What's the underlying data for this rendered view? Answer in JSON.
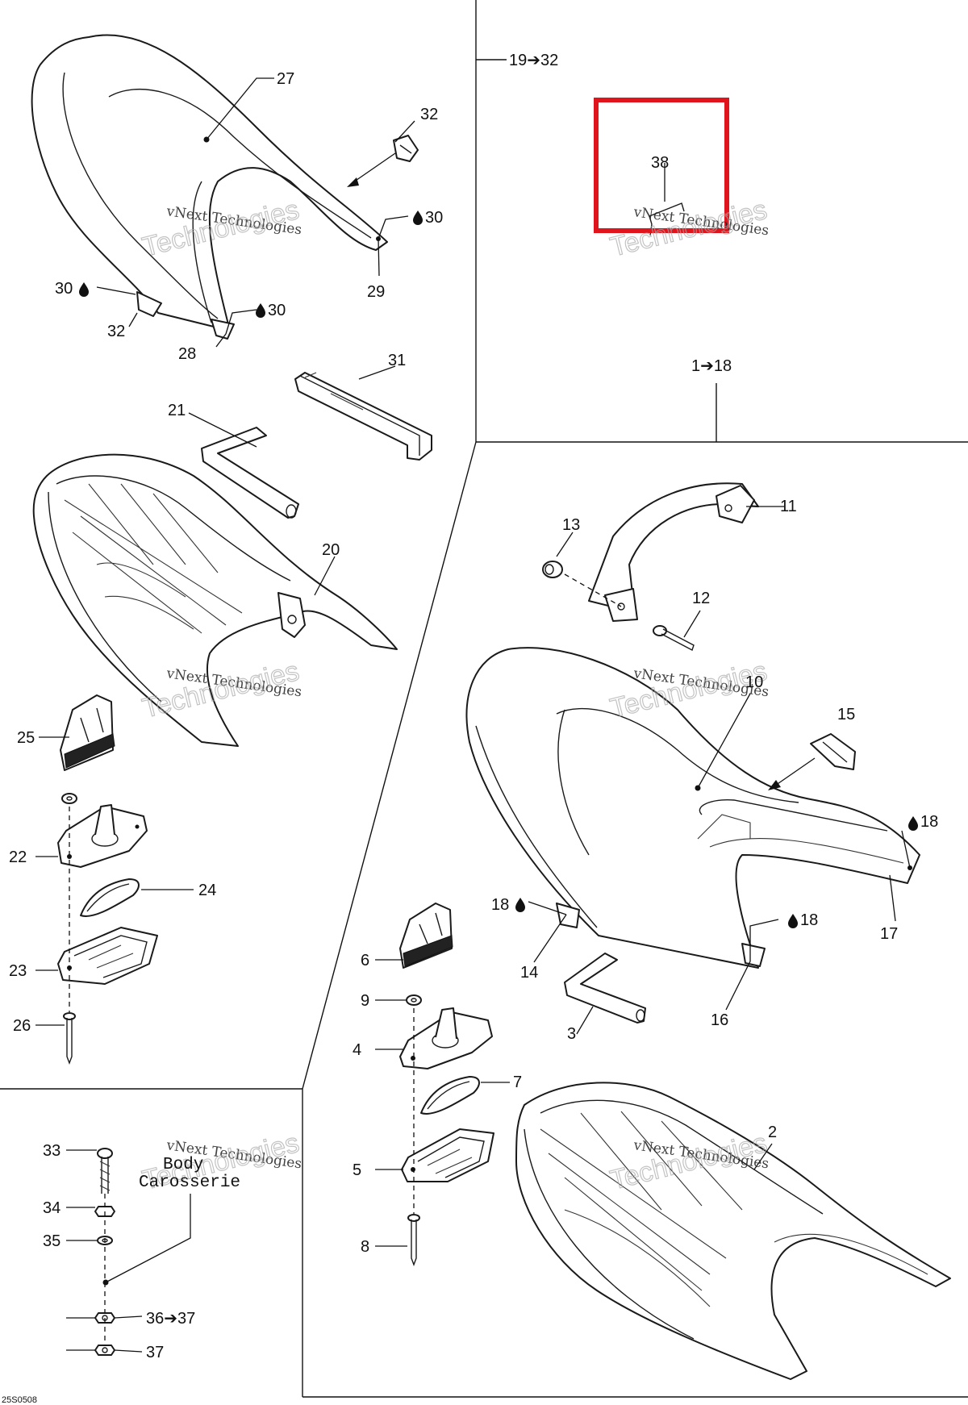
{
  "diagram": {
    "reference_code": "25S0508",
    "watermark": {
      "line": "vNext Technologies",
      "outline": "Technologies"
    },
    "body_label": {
      "line1": "Body",
      "line2": "Carosserie"
    },
    "callouts": {
      "c27": "27",
      "c32a": "32",
      "c30a": "30",
      "c29": "29",
      "c30b": "30",
      "c32b": "32",
      "c30c": "30",
      "c28": "28",
      "c31": "31",
      "c21": "21",
      "c20": "20",
      "c25": "25",
      "c22": "22",
      "c24": "24",
      "c23": "23",
      "c26": "26",
      "c19_32": "19➔32",
      "c38": "38",
      "c1_18": "1➔18",
      "c11": "11",
      "c13": "13",
      "c12": "12",
      "c10": "10",
      "c15": "15",
      "c18a": "18",
      "c18b": "18",
      "c18c": "18",
      "c17": "17",
      "c14": "14",
      "c16": "16",
      "c6": "6",
      "c9": "9",
      "c4": "4",
      "c7": "7",
      "c5": "5",
      "c8": "8",
      "c3": "3",
      "c2": "2",
      "c33": "33",
      "c34": "34",
      "c35": "35",
      "c36_37": "36➔37",
      "c37": "37"
    },
    "highlight_color": "#e0141c",
    "highlighted_part": "38",
    "icons": [
      "oil-drop-icon",
      "arrow-right-icon"
    ]
  }
}
